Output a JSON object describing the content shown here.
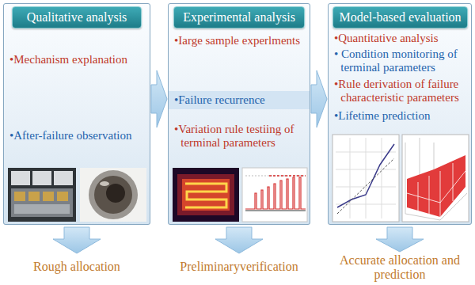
{
  "diagram": {
    "nodes": [
      {
        "text": [
          "•Mechanism explanation",
          "•After-failure observation"
        ]
      },
      {
        "text": [
          "Qualitative analysis"
        ],
        "in": 0
      },
      {
        "text": [
          "•Iarge sample experlments",
          "•Failure recurrence",
          "•Variation rule testiing of terminal parameters"
        ]
      },
      {
        "text": [
          "Experimental analysis"
        ],
        "in": 2
      },
      {
        "text": [
          "•Quantitative analysis",
          "• Condition monitoring of terminal parameters",
          "•Rule derivation of failure characteristic parameters",
          "•Lifetime prediction"
        ]
      },
      {
        "text": [
          "Model-based evaluation"
        ],
        "in": 4
      }
    ],
    "edges": [
      {
        "from": 0,
        "to": 2,
        "arrow": "to"
      },
      {
        "from": 2,
        "to": 4,
        "arrow": "to"
      }
    ],
    "labels": [
      "Rough allocation",
      "Preliminaryverification",
      "Accurate allocation and prediction"
    ]
  }
}
